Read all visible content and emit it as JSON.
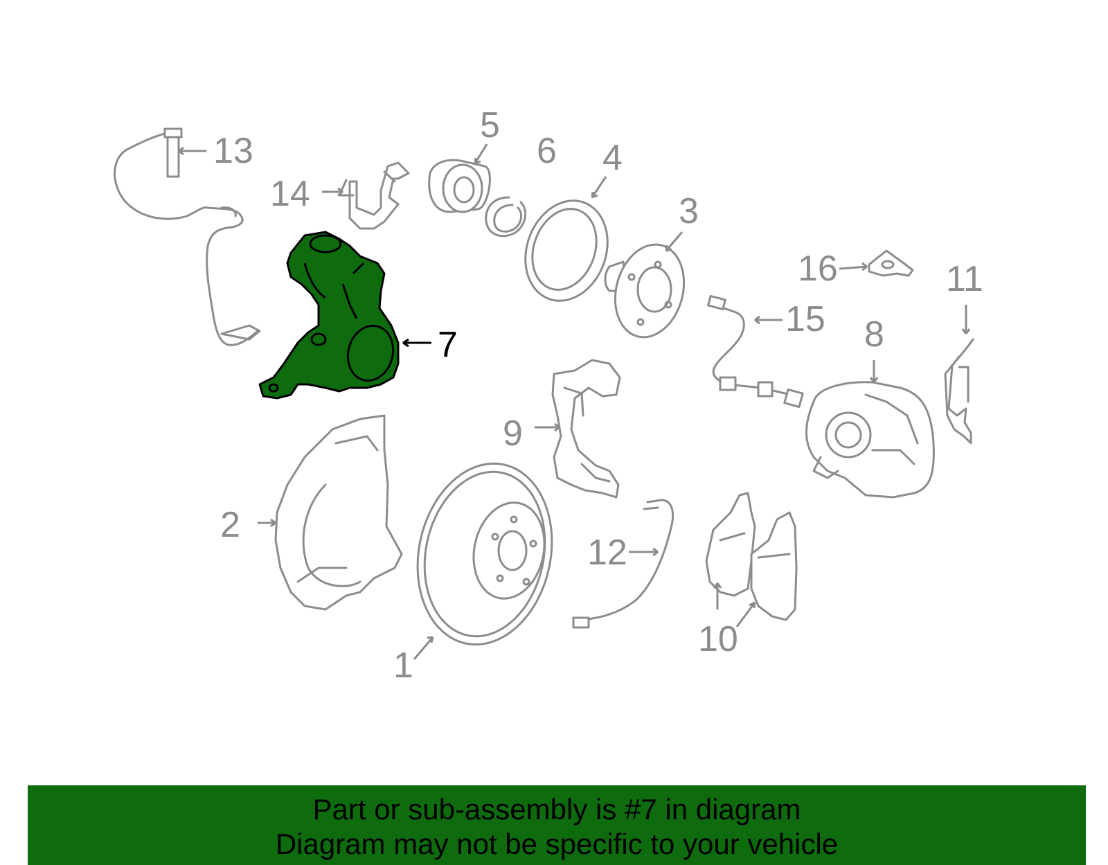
{
  "diagram": {
    "highlight_color": "#0e6b0e",
    "part_color": "#8c8c8c",
    "highlighted_callout": "7",
    "callouts": [
      {
        "id": "p1",
        "label": "1"
      },
      {
        "id": "p2",
        "label": "2"
      },
      {
        "id": "p3",
        "label": "3"
      },
      {
        "id": "p4",
        "label": "4"
      },
      {
        "id": "p5",
        "label": "5"
      },
      {
        "id": "p6",
        "label": "6"
      },
      {
        "id": "p7",
        "label": "7"
      },
      {
        "id": "p8",
        "label": "8"
      },
      {
        "id": "p9",
        "label": "9"
      },
      {
        "id": "p10",
        "label": "10"
      },
      {
        "id": "p11",
        "label": "11"
      },
      {
        "id": "p12",
        "label": "12"
      },
      {
        "id": "p13",
        "label": "13"
      },
      {
        "id": "p14",
        "label": "14"
      },
      {
        "id": "p15",
        "label": "15"
      },
      {
        "id": "p16",
        "label": "16"
      }
    ]
  },
  "banner": {
    "line1": "Part or sub-assembly is #7 in diagram",
    "line2": "Diagram may not be specific to your vehicle",
    "background": "#0e6b0e"
  }
}
